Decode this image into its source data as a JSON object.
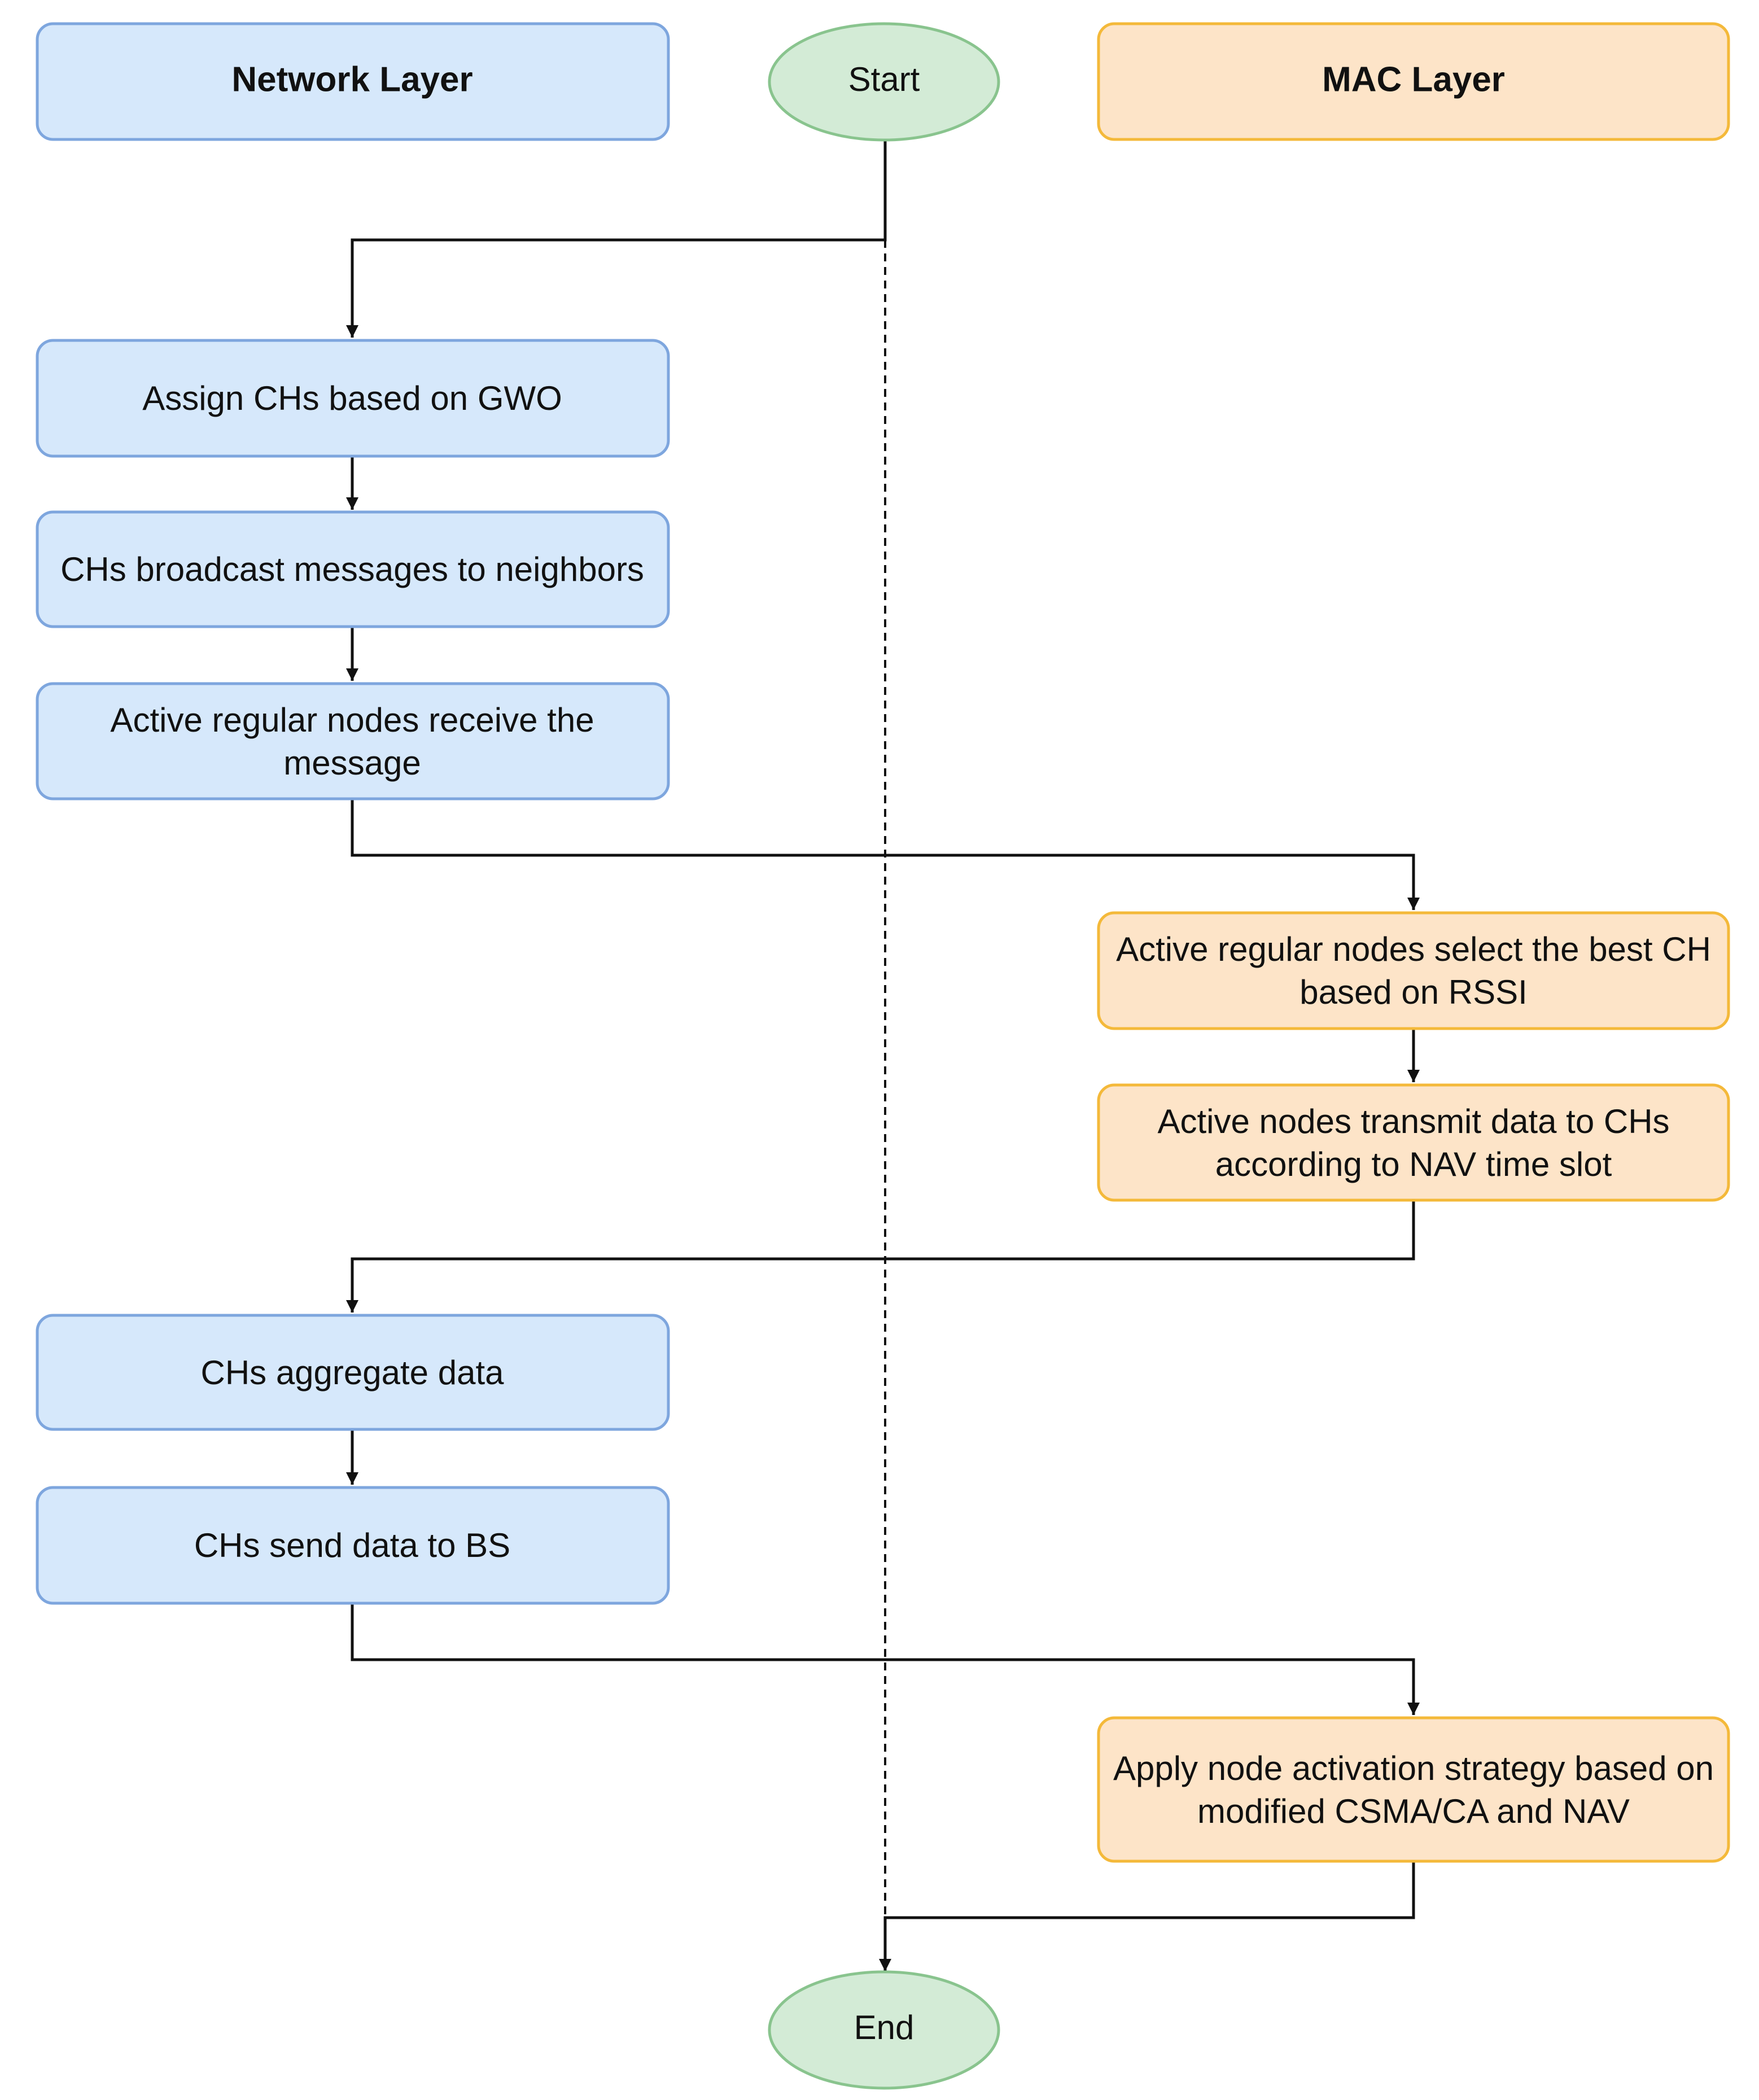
{
  "lanes": {
    "network": {
      "label": "Network Layer",
      "color": "#d6e8fb"
    },
    "mac": {
      "label": "MAC Layer",
      "color": "#fde4c8"
    }
  },
  "terminals": {
    "start": "Start",
    "end": "End"
  },
  "steps": {
    "assign_chs": [
      "Assign CHs based on GWO"
    ],
    "broadcast": [
      "CHs broadcast messages to neighbors"
    ],
    "receive": [
      "Active regular nodes receive the",
      "message"
    ],
    "select_ch": [
      "Active regular nodes select the best CH",
      "based on RSSI"
    ],
    "transmit": [
      "Active nodes transmit data to CHs",
      "according to NAV time slot"
    ],
    "aggregate": [
      "CHs aggregate data"
    ],
    "send_bs": [
      "CHs send data to BS"
    ],
    "activation": [
      "Apply node activation strategy based on",
      "modified CSMA/CA and NAV"
    ]
  },
  "colors": {
    "network_fill": "#d6e8fb",
    "network_border": "#7ea6de",
    "mac_fill": "#fde4c8",
    "mac_border": "#f4b93a",
    "terminal_fill": "#d3ebd6",
    "terminal_border": "#89c48e"
  }
}
